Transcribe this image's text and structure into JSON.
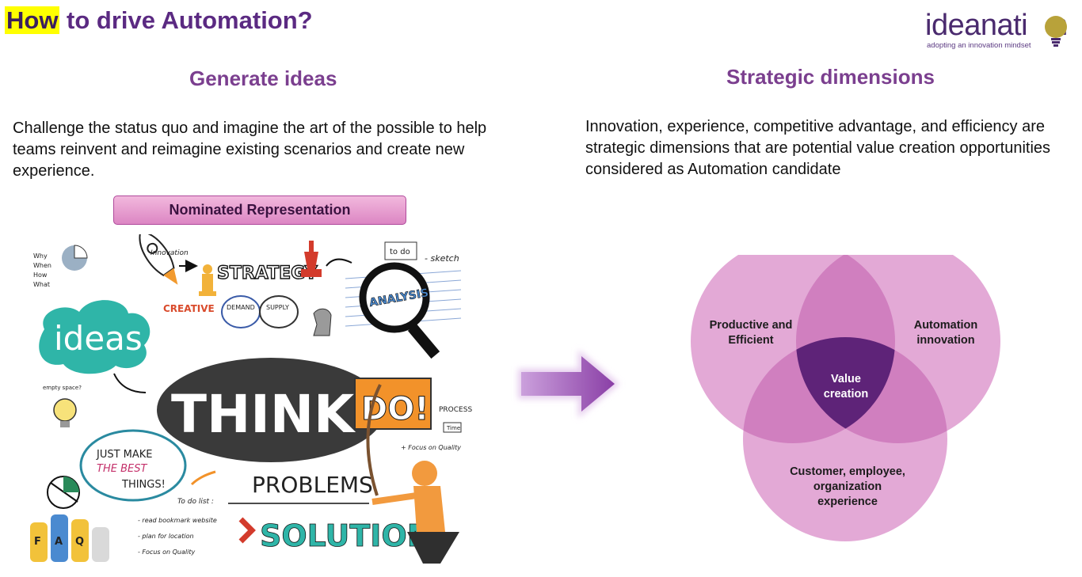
{
  "header": {
    "title_highlight": "How",
    "title_rest": " to drive Automation?"
  },
  "logo": {
    "word": "ideanati",
    "word_end": "n",
    "tagline": "adopting an innovation mindset"
  },
  "left": {
    "heading": "Generate ideas",
    "paragraph": "Challenge the status quo and imagine the art of the possible to help teams reinvent and reimagine existing scenarios and create new experience.",
    "badge": "Nominated Representation",
    "sketch": {
      "list_words": [
        "Why",
        "When",
        "How",
        "What"
      ],
      "innovation": "Innovation",
      "strategy": "STRATEGY",
      "todo": "to do",
      "sketch": "- sketch",
      "creative": "CREATIVE",
      "demand": "DEMAND",
      "supply": "SUPPLY",
      "analysis": "ANALYSIS",
      "ideas": "ideas",
      "think": "THINK",
      "do": "DO!",
      "empty_space": "empty space?",
      "process": "PROCESS",
      "time": "Time",
      "focus": "+ Focus on Quality",
      "just_make": "JUST MAKE",
      "the_best": "THE BEST",
      "things": "THINGS!",
      "problems": "PROBLEMS",
      "solution": "SOLUTION",
      "todo_list": "To do list :",
      "list_1": "- read bookmark website",
      "list_2": "- plan for location",
      "list_3": "- Focus on Quality",
      "faq": [
        "F",
        "A",
        "Q"
      ]
    }
  },
  "right": {
    "heading": "Strategic dimensions",
    "paragraph": "Innovation, experience, competitive advantage, and efficiency are strategic dimensions that are potential value creation opportunities considered as Automation candidate",
    "venn": {
      "left_label": [
        "Productive and",
        "Efficient"
      ],
      "right_label": [
        "Automation",
        "innovation"
      ],
      "bottom_label": [
        "Customer, employee,",
        "organization",
        "experience"
      ],
      "center_label": [
        "Value",
        "creation"
      ]
    }
  },
  "colors": {
    "title": "#5b2a82",
    "title_highlight": "#ffff00",
    "heading": "#7b3f8f",
    "venn_circle": "#d58fc6",
    "venn_overlap": "#c566b0",
    "venn_center": "#5e2378",
    "arrow": "#8e4aa8"
  }
}
